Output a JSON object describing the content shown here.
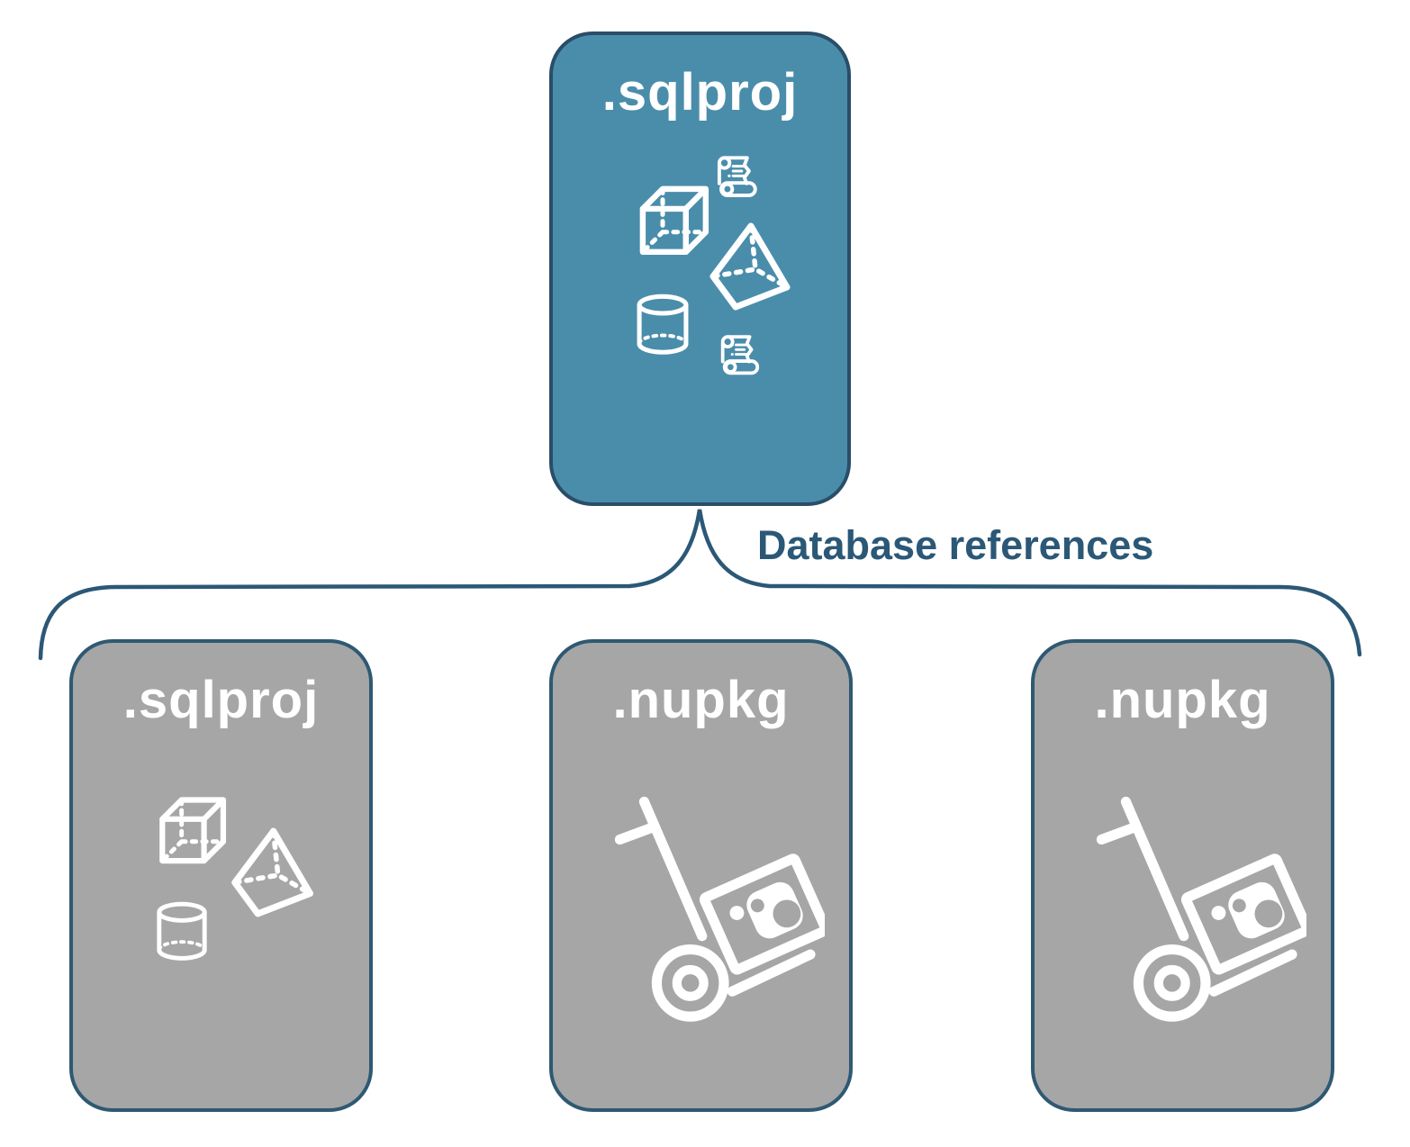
{
  "diagram": {
    "parent_box": {
      "label": ".sqlproj",
      "icons": [
        "script-scroll-icon",
        "cube-icon",
        "pyramid-icon",
        "database-cylinder-icon",
        "script-scroll-icon"
      ]
    },
    "connector": {
      "label": "Database references"
    },
    "child_boxes": [
      {
        "label": ".sqlproj",
        "icons": [
          "cube-icon",
          "pyramid-icon",
          "database-cylinder-icon"
        ]
      },
      {
        "label": ".nupkg",
        "icons": [
          "nuget-package-dolly-icon"
        ]
      },
      {
        "label": ".nupkg",
        "icons": [
          "nuget-package-dolly-icon"
        ]
      }
    ],
    "colors": {
      "parent_fill": "#4a8dab",
      "parent_border": "#2a4d68",
      "child_fill": "#a6a6a6",
      "child_border": "#2e5973",
      "accent_text": "#2b5876",
      "icon": "#ffffff"
    }
  }
}
